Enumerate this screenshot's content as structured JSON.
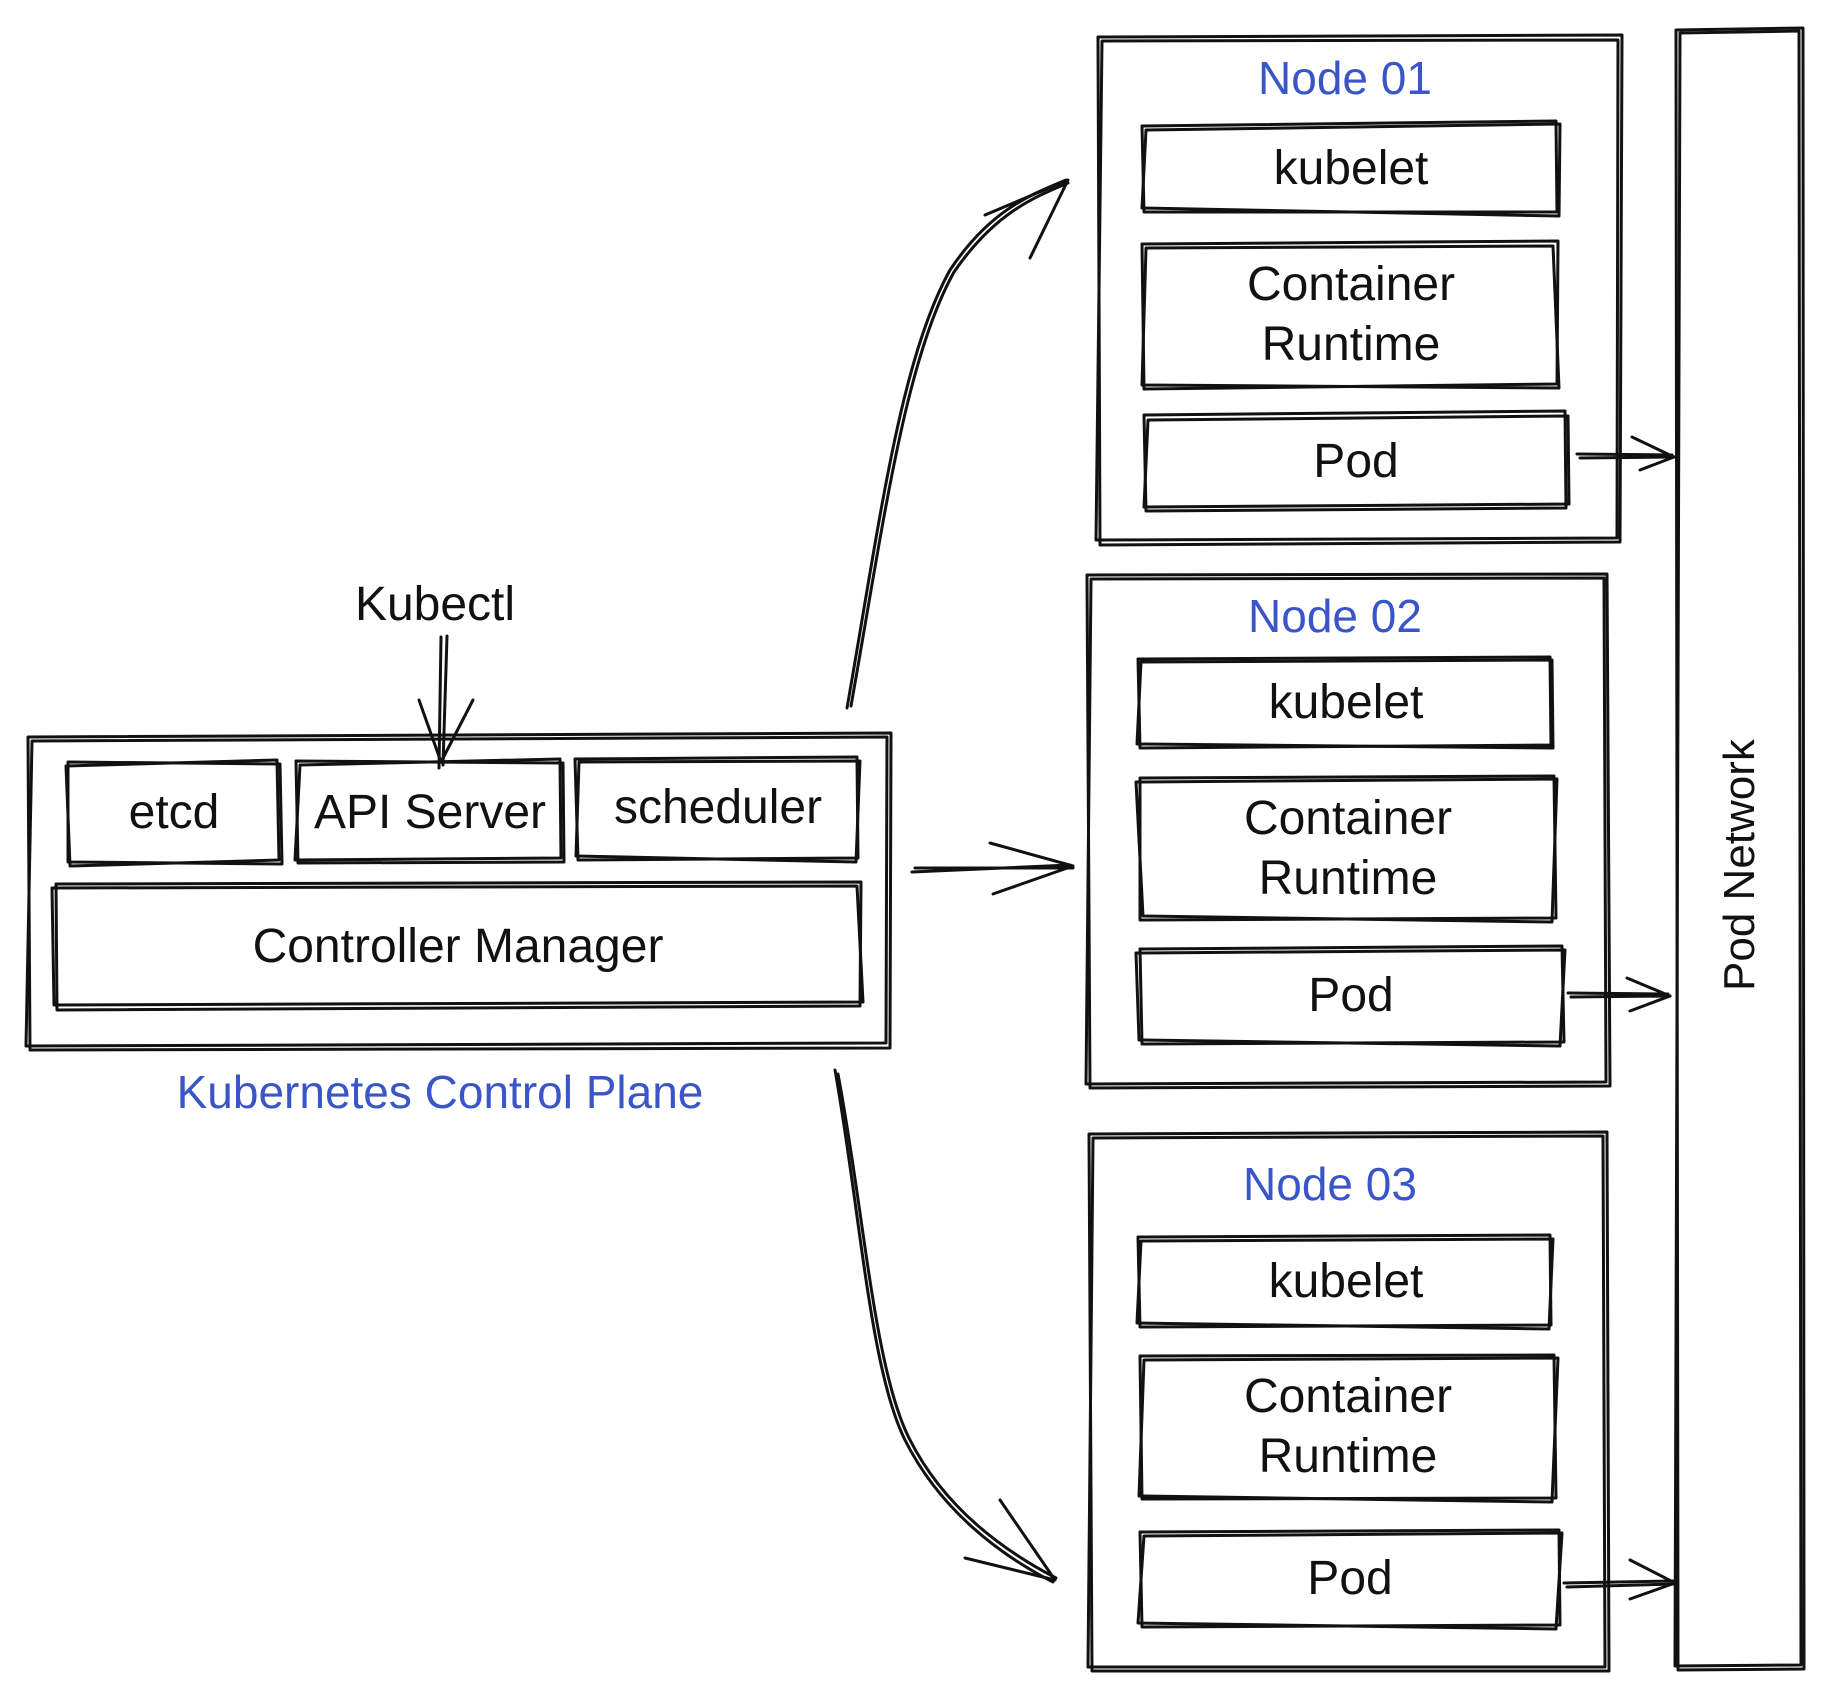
{
  "control_plane": {
    "title": "Kubernetes Control Plane",
    "components": {
      "etcd": "etcd",
      "api_server": "API Server",
      "scheduler": "scheduler"
    },
    "controller_manager": "Controller Manager"
  },
  "kubectl": "Kubectl",
  "nodes": [
    {
      "title": "Node 01",
      "kubelet": "kubelet",
      "runtime_line1": "Container",
      "runtime_line2": "Runtime",
      "pod": "Pod"
    },
    {
      "title": "Node 02",
      "kubelet": "kubelet",
      "runtime_line1": "Container",
      "runtime_line2": "Runtime",
      "pod": "Pod"
    },
    {
      "title": "Node 03",
      "kubelet": "kubelet",
      "runtime_line1": "Container",
      "runtime_line2": "Runtime",
      "pod": "Pod"
    }
  ],
  "pod_network": "Pod Network",
  "colors": {
    "title_blue": "#3a55c8",
    "stroke": "#111111"
  }
}
